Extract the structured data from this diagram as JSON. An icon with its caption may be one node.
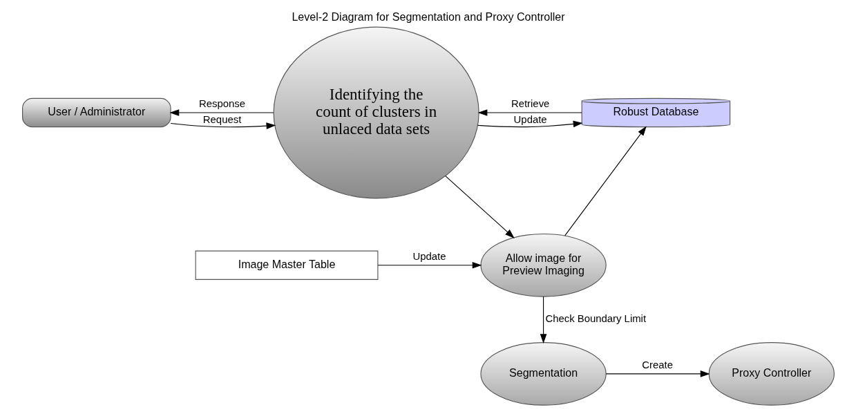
{
  "diagram": {
    "title": "Level-2 Diagram for Segmentation and Proxy Controller",
    "nodes": [
      {
        "text": [
          "User / Administrator"
        ]
      },
      {
        "text": [
          "Identifying the count of clusters in unlaced data sets"
        ]
      },
      {
        "text": [
          "Robust Database"
        ]
      },
      {
        "text": [
          "Image Master Table"
        ]
      },
      {
        "text": [
          "Allow image for Preview Imaging"
        ]
      },
      {
        "text": [
          "Segmentation"
        ]
      },
      {
        "text": [
          "Proxy Controller"
        ]
      }
    ],
    "edges": [
      {
        "from": 0,
        "to": 1,
        "arrow": "to",
        "label": "Request"
      },
      {
        "from": 1,
        "to": 0,
        "arrow": "to",
        "label": "Response"
      },
      {
        "from": 1,
        "to": 2,
        "arrow": "to",
        "label": "Update"
      },
      {
        "from": 2,
        "to": 1,
        "arrow": "to",
        "label": "Retrieve"
      },
      {
        "from": 1,
        "to": 4,
        "arrow": "to"
      },
      {
        "from": 3,
        "to": 4,
        "arrow": "to",
        "label": "Update"
      },
      {
        "from": 4,
        "to": 2,
        "arrow": "to"
      },
      {
        "from": 4,
        "to": 5,
        "arrow": "to",
        "label": "Check Boundary Limit"
      },
      {
        "from": 5,
        "to": 6,
        "arrow": "to",
        "label": "Create"
      }
    ]
  }
}
